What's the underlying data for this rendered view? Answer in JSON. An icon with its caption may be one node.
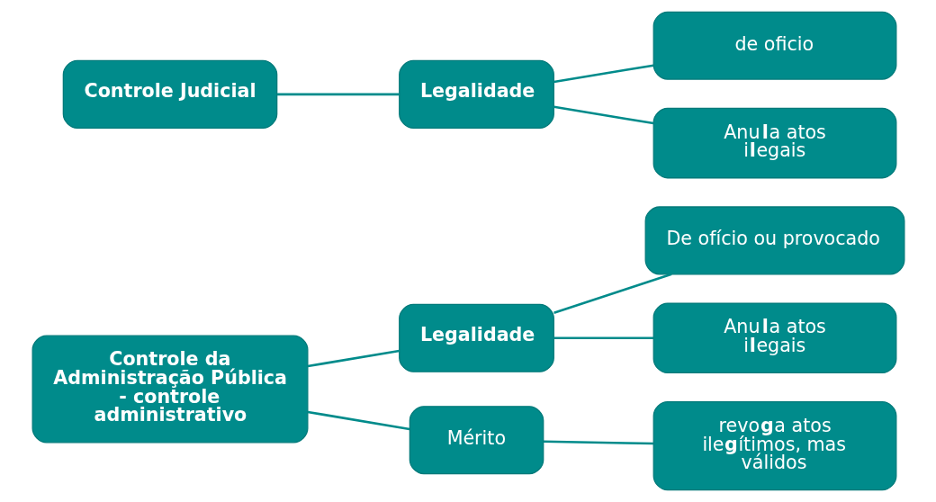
{
  "diagram": {
    "nodes": [
      {
        "text": [
          "Controle da Administração Pública - controle administrativo"
        ]
      },
      {
        "text": [
          "Legalidade"
        ]
      },
      {
        "text": [
          "De ofício ou provocado"
        ]
      },
      {
        "text": [
          "Anu**l**a atos i**l**egais"
        ]
      },
      {
        "text": [
          "Mérito"
        ]
      },
      {
        "text": [
          "revo**g**a atos ile**g**ítimos, mas válidos"
        ]
      },
      {
        "text": [
          "Controle Judicial"
        ]
      },
      {
        "text": [
          "Legalidade"
        ]
      },
      {
        "text": [
          "de oficio"
        ]
      },
      {
        "text": [
          "Anu**l**a atos i**l**egais"
        ]
      }
    ],
    "edges": [
      {
        "from": 0,
        "to": 1,
        "arrow": "none"
      },
      {
        "from": 0,
        "to": 4,
        "arrow": "none"
      },
      {
        "from": 1,
        "to": 2,
        "arrow": "none"
      },
      {
        "from": 1,
        "to": 3,
        "arrow": "none"
      },
      {
        "from": 4,
        "to": 5,
        "arrow": "none"
      },
      {
        "from": 6,
        "to": 7,
        "arrow": "none"
      },
      {
        "from": 7,
        "to": 8,
        "arrow": "none"
      },
      {
        "from": 7,
        "to": 9,
        "arrow": "none"
      }
    ]
  }
}
